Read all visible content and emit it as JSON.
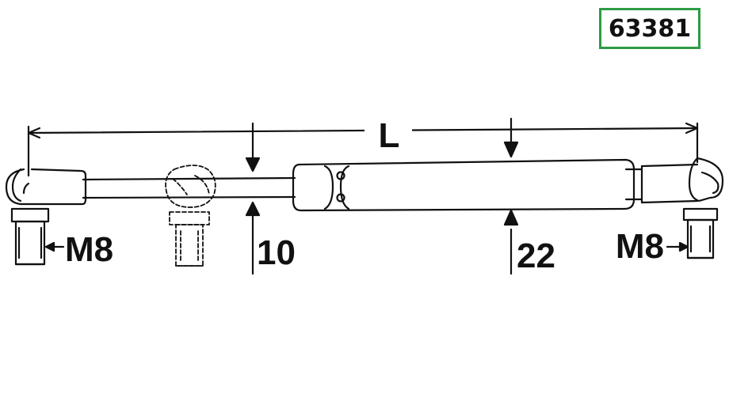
{
  "part_number": "63381",
  "badge_border_color": "#2e9b44",
  "line_color": "#111111",
  "dimensions": {
    "length_label": "L",
    "left_thread_label": "M8",
    "right_thread_label": "M8",
    "rod_diameter_label": "10",
    "body_diameter_label": "22"
  }
}
